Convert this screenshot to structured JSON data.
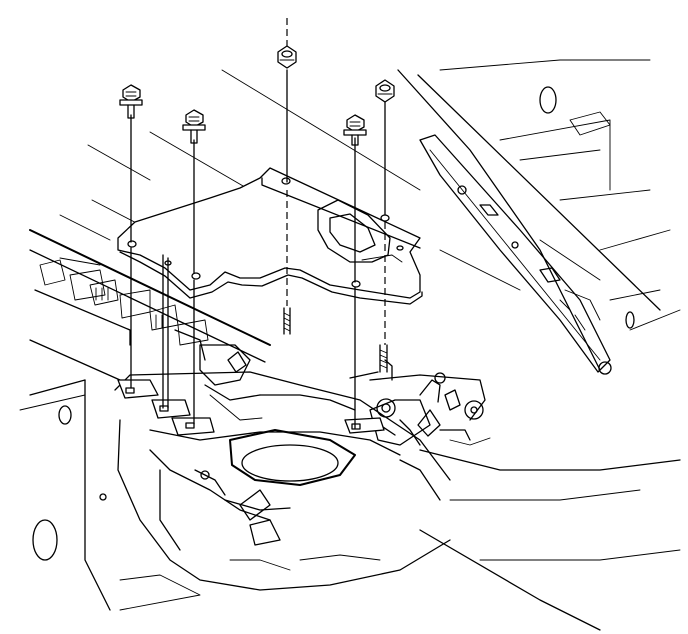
{
  "diagram": {
    "style_color": "#000000",
    "background_color": "#ffffff",
    "fasteners": [
      {
        "kind": "bolt",
        "icon": "bolt-icon"
      },
      {
        "kind": "bolt",
        "icon": "bolt-icon"
      },
      {
        "kind": "nut",
        "icon": "nut-icon"
      },
      {
        "kind": "bolt",
        "icon": "bolt-icon"
      },
      {
        "kind": "nut",
        "icon": "nut-icon"
      }
    ]
  }
}
